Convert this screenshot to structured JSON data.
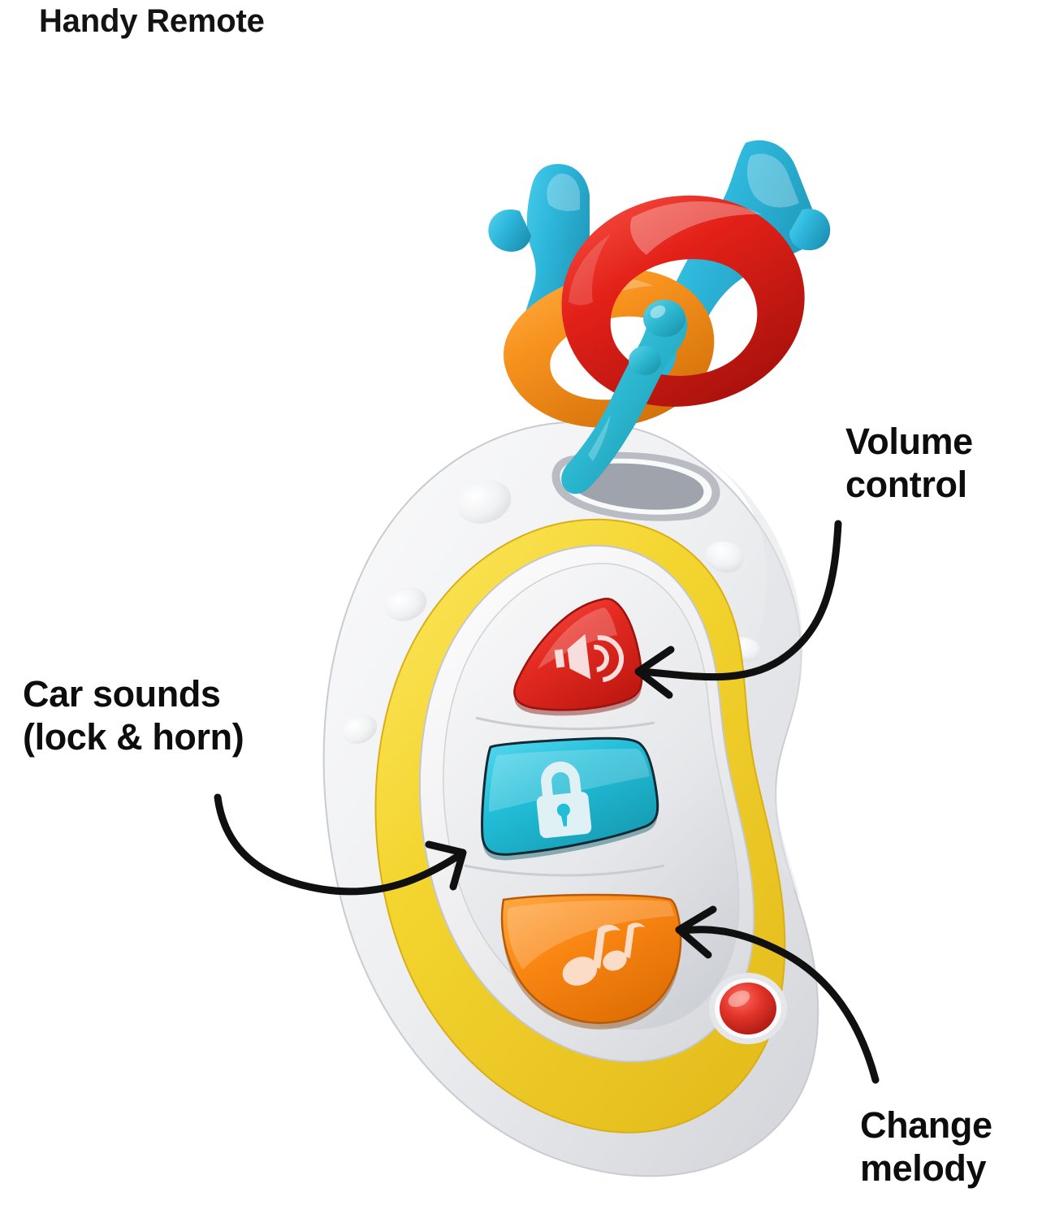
{
  "page": {
    "title": "Handy Remote",
    "background_color": "#ffffff",
    "text_color": "#0d0d0d"
  },
  "product": {
    "name": "Handy Remote",
    "type": "baby-toy-car-key-remote",
    "colors": {
      "shell_white": "#f2f2f2",
      "shell_white_shadow": "#d9dade",
      "yellow_band": "#f2d02e",
      "yellow_band_dark": "#e0b91f",
      "panel_white": "#ececec",
      "button_red": "#e52b22",
      "button_red_dark": "#b81a14",
      "button_cyan": "#22bdd8",
      "button_cyan_dark": "#1796ad",
      "button_orange": "#f98512",
      "button_orange_dark": "#d76a06",
      "led_red": "#e2342a",
      "key_blue": "#2fb9dd",
      "key_blue_dark": "#1f9cbd",
      "ring_red": "#e32119",
      "ring_orange": "#f7921e",
      "hook_teal": "#2bb6cf",
      "icon_white": "#f7dedc",
      "arrow_black": "#101010"
    }
  },
  "callouts": [
    {
      "id": "volume",
      "label": "Volume\ncontrol",
      "target": "volume-button",
      "arrow_direction": "right-to-left"
    },
    {
      "id": "car-sounds",
      "label": "Car sounds\n(lock & horn)",
      "target": "lock-button",
      "arrow_direction": "left-to-right"
    },
    {
      "id": "change-melody",
      "label": "Change\nmelody",
      "target": "melody-button",
      "arrow_direction": "bottom-right-to-upper-left"
    }
  ],
  "buttons": [
    {
      "id": "volume-button",
      "icon": "speaker-volume-icon",
      "color": "#e52b22",
      "shape": "rounded-triangle",
      "function": "Volume control"
    },
    {
      "id": "lock-button",
      "icon": "padlock-icon",
      "color": "#22bdd8",
      "shape": "trapezoid",
      "function": "Car sounds (lock & horn)"
    },
    {
      "id": "melody-button",
      "icon": "music-notes-icon",
      "color": "#f98512",
      "shape": "half-circle",
      "function": "Change melody"
    },
    {
      "id": "led-indicator",
      "icon": "led-dot-icon",
      "color": "#e2342a",
      "shape": "circle",
      "function": "Indicator light"
    }
  ],
  "keyring": {
    "items": [
      {
        "id": "key-left",
        "color": "#2fb9dd",
        "shape": "key"
      },
      {
        "id": "key-right",
        "color": "#2fb9dd",
        "shape": "key"
      },
      {
        "id": "ring-orange",
        "color": "#f7921e",
        "shape": "ring"
      },
      {
        "id": "ring-red",
        "color": "#e32119",
        "shape": "ring"
      },
      {
        "id": "hook-teal",
        "color": "#2bb6cf",
        "shape": "hook"
      }
    ]
  }
}
